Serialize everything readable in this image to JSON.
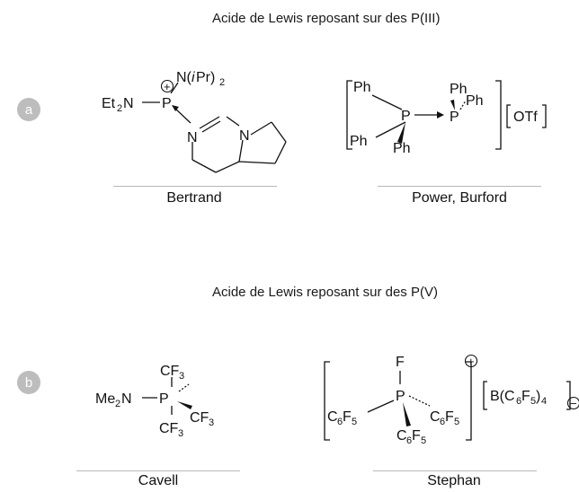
{
  "section_a": {
    "label": "a",
    "title": "Acide de Lewis reposant sur des P(III)",
    "compounds": [
      {
        "author": "Bertrand"
      },
      {
        "author": "Power, Burford"
      }
    ]
  },
  "section_b": {
    "label": "b",
    "title": "Acide de Lewis reposant sur des P(V)",
    "compounds": [
      {
        "author": "Cavell"
      },
      {
        "author": "Stephan"
      }
    ]
  }
}
